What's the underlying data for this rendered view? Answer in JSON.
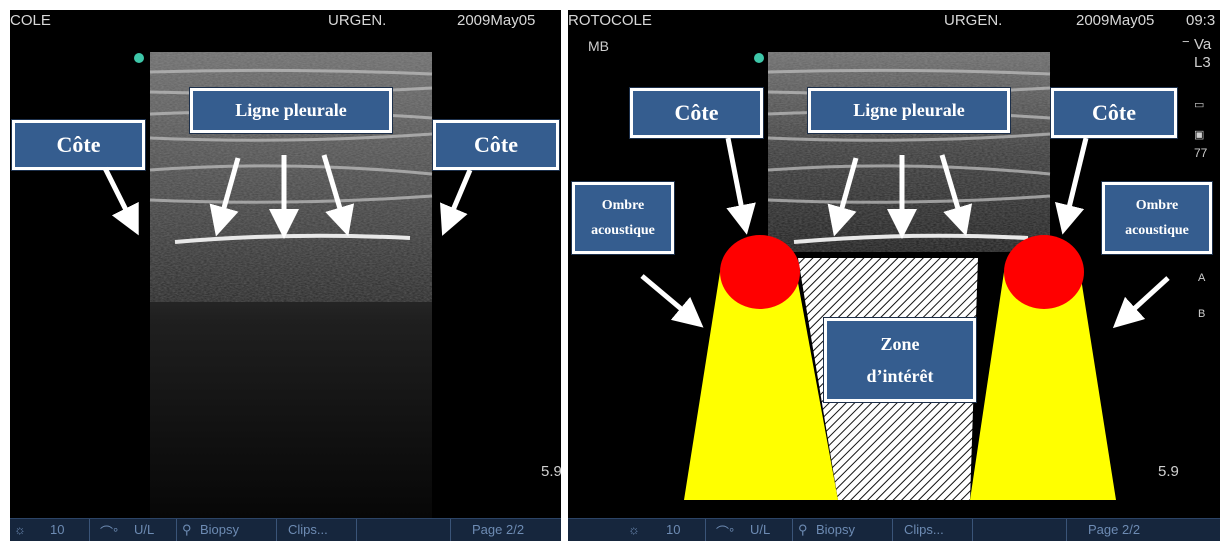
{
  "left": {
    "header": {
      "protocol": "COLE",
      "preset": "URGEN.",
      "date": "2009May05"
    },
    "labels": {
      "rib_left": "Côte",
      "pleural_line": "Ligne pleurale",
      "rib_right": "Côte"
    },
    "depth": "5.9",
    "bottom_bar": {
      "gain": "10",
      "ul": "U/L",
      "biopsy": "Biopsy",
      "clips": "Clips...",
      "page": "Page 2/2"
    }
  },
  "right": {
    "header": {
      "protocol": "ROTOCOLE",
      "preset": "URGEN.",
      "date": "2009May05",
      "time": "09:3"
    },
    "side": {
      "mode": "MB",
      "va": "Va",
      "probe": "L3",
      "val": "77",
      "a": "A",
      "b": "B"
    },
    "labels": {
      "rib_left": "Côte",
      "pleural_line": "Ligne pleurale",
      "rib_right": "Côte",
      "shadow_left_1": "Ombre",
      "shadow_left_2": "acoustique",
      "shadow_right_1": "Ombre",
      "shadow_right_2": "acoustique",
      "zone_1": "Zone",
      "zone_2": "d’intérêt"
    },
    "depth": "5.9",
    "bottom_bar": {
      "gain": "10",
      "ul": "U/L",
      "biopsy": "Biopsy",
      "clips": "Clips...",
      "page": "Page 2/2"
    }
  },
  "colors": {
    "label_fill": "#355d8f",
    "shadow_yellow": "#ffff00",
    "rib_red": "#ff0000",
    "probe_dot": "#3ec7a9"
  }
}
